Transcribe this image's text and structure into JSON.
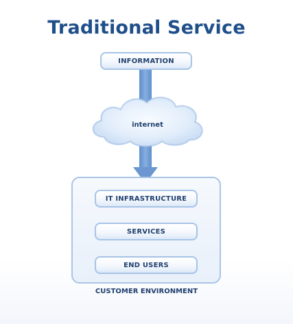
{
  "title": "Traditional Service",
  "nodes": {
    "information": "INFORMATION",
    "cloud": "internet",
    "it_infrastructure": "IT INFRASTRUCTURE",
    "services": "SERVICES",
    "end_users": "END USERS"
  },
  "environment_label": "CUSTOMER ENVIRONMENT",
  "colors": {
    "title": "#1f4f8b",
    "text": "#1f3e6e",
    "border": "#a7c3e6",
    "arrow": "#6e98d1"
  }
}
